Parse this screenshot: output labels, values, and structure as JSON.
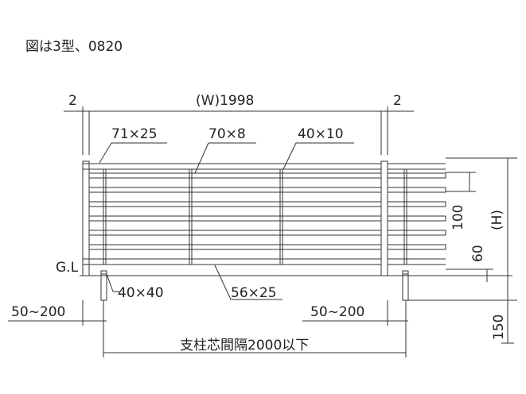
{
  "caption": "図は3型、0820",
  "labels": {
    "gap_left": "2",
    "width": "(W)1998",
    "gap_right": "2",
    "rail_top": "71×25",
    "slat": "70×8",
    "spacer": "40×10",
    "post": "40×40",
    "rail_bottom": "56×25",
    "ground_line": "G.L",
    "height": "(H)",
    "pitch": "100",
    "clearance": "60",
    "embed_left": "50~200",
    "embed_right": "50~200",
    "embed_depth": "150",
    "post_spacing": "支柱芯間隔2000以下"
  },
  "colors": {
    "line": "#333333",
    "text": "#222222"
  }
}
